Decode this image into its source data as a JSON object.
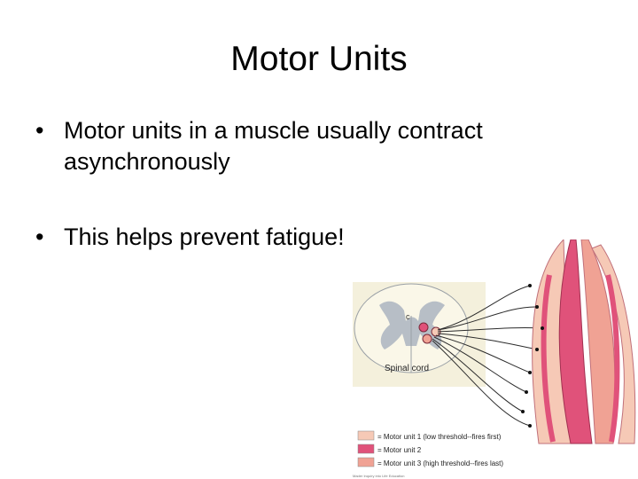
{
  "slide": {
    "title": "Motor Units",
    "bullets": [
      {
        "marker": "•",
        "text": "Motor units in a muscle usually contract asynchronously"
      },
      {
        "marker": "•",
        "text": "This helps prevent fatigue!"
      }
    ]
  },
  "figure": {
    "spinal_label": "Spinal cord",
    "cord_marker": "c",
    "legend": [
      {
        "label": "= Motor unit 1  (low threshold--fires first)",
        "color": "#f6c9b6"
      },
      {
        "label": "= Motor unit 2",
        "color": "#e0527a"
      },
      {
        "label": "= Motor unit 3  (high threshold--fires last)",
        "color": "#f0a294"
      }
    ],
    "credit": "Mader Inquiry into Life Education"
  },
  "colors": {
    "unit1": "#f6c9b6",
    "unit2": "#e0527a",
    "unit3": "#f0a294",
    "grey_matter": "#b7bec6",
    "cord": "#f4f0dc"
  }
}
